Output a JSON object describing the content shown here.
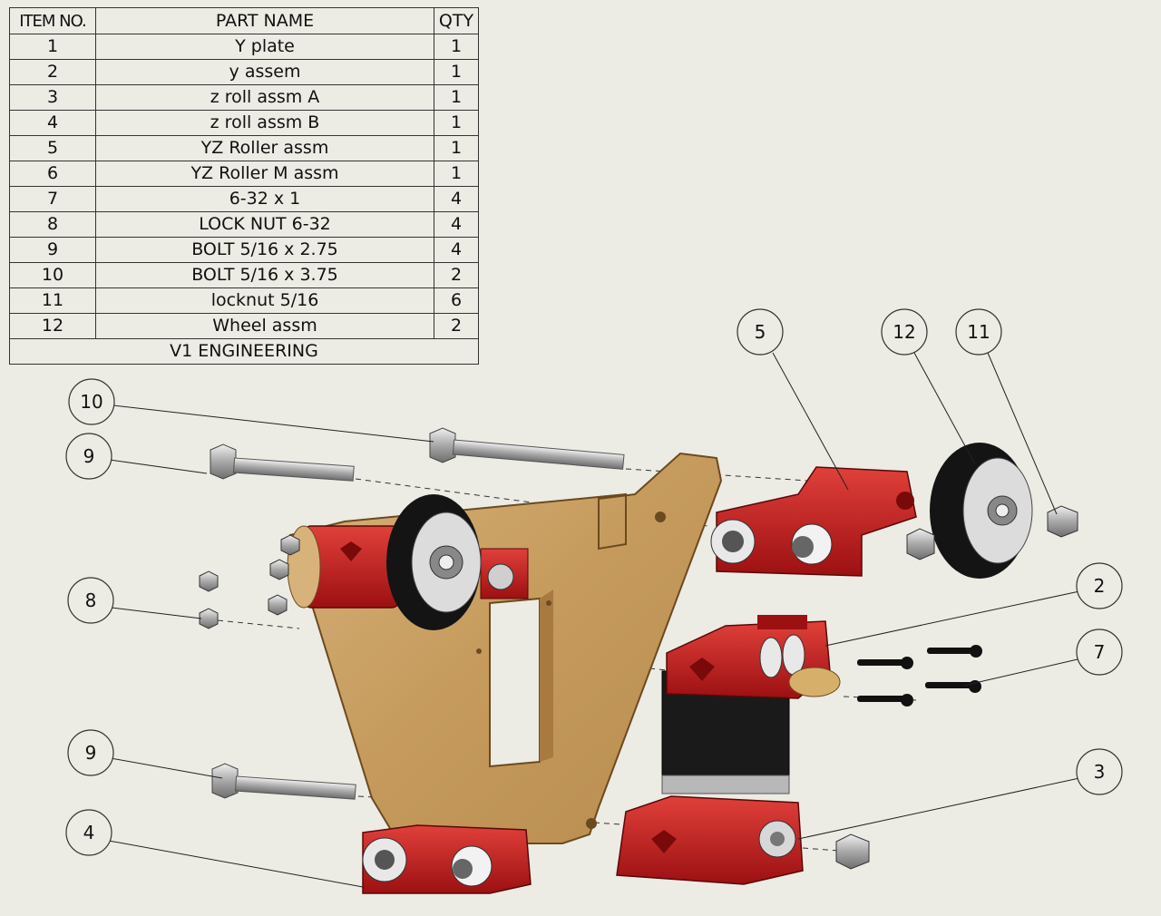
{
  "bom": {
    "headers": [
      "ITEM NO.",
      "PART NAME",
      "QTY"
    ],
    "rows": [
      {
        "item": "1",
        "name": "Y plate",
        "qty": "1"
      },
      {
        "item": "2",
        "name": "y assem",
        "qty": "1"
      },
      {
        "item": "3",
        "name": "z roll assm A",
        "qty": "1"
      },
      {
        "item": "4",
        "name": "z roll assm B",
        "qty": "1"
      },
      {
        "item": "5",
        "name": "YZ Roller assm",
        "qty": "1"
      },
      {
        "item": "6",
        "name": "YZ Roller M assm",
        "qty": "1"
      },
      {
        "item": "7",
        "name": "6-32 x 1",
        "qty": "4"
      },
      {
        "item": "8",
        "name": "LOCK NUT 6-32",
        "qty": "4"
      },
      {
        "item": "9",
        "name": "BOLT 5/16 x 2.75",
        "qty": "4"
      },
      {
        "item": "10",
        "name": "BOLT 5/16 x 3.75",
        "qty": "2"
      },
      {
        "item": "11",
        "name": "locknut 5/16",
        "qty": "6"
      },
      {
        "item": "12",
        "name": "Wheel assm",
        "qty": "2"
      }
    ],
    "footer": "V1 ENGINEERING"
  },
  "balloons": [
    {
      "id": "b5",
      "label": "5"
    },
    {
      "id": "b12",
      "label": "12"
    },
    {
      "id": "b11",
      "label": "11"
    },
    {
      "id": "b10",
      "label": "10"
    },
    {
      "id": "b9a",
      "label": "9"
    },
    {
      "id": "b8",
      "label": "8"
    },
    {
      "id": "b2",
      "label": "2"
    },
    {
      "id": "b7",
      "label": "7"
    },
    {
      "id": "b9b",
      "label": "9"
    },
    {
      "id": "b3",
      "label": "3"
    },
    {
      "id": "b4",
      "label": "4"
    }
  ],
  "colors": {
    "background": "#ecebe4",
    "printed_part": "#c0191b",
    "wood": "#c9a060",
    "wheel": "#141414",
    "metal": "#b8b8b8"
  }
}
